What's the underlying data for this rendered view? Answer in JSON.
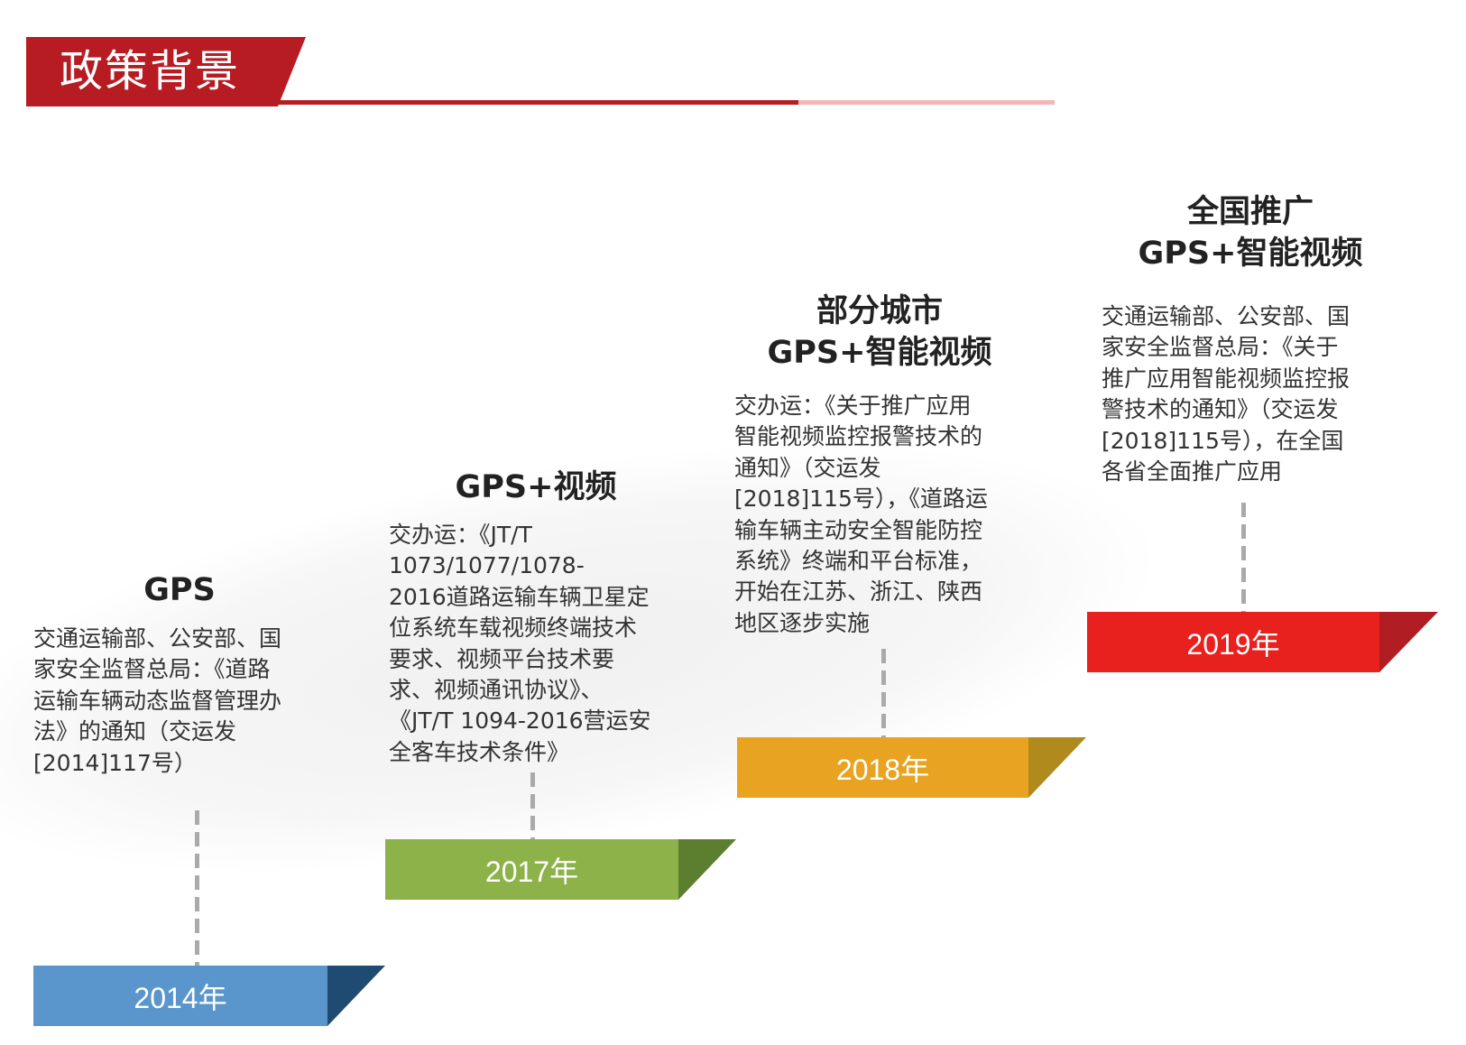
{
  "header": {
    "title": "政策背景"
  },
  "colors": {
    "red": "#b71c23",
    "blue": "#5a96cc",
    "green": "#8db24a",
    "orange": "#e8a322",
    "bright_red": "#e8201e"
  },
  "milestones": [
    {
      "year": "2014年",
      "title": [
        "GPS"
      ],
      "text": "交通运输部、公安部、国\n家安全监督总局：《道路\n运输车辆动态监督管理办\n法》的通知（交运发\n[2014]117号）"
    },
    {
      "year": "2017年",
      "title": [
        "GPS+视频"
      ],
      "text": "交办运：《JT/T\n1073/1077/1078-\n2016道路运输车辆卫星定\n位系统车载视频终端技术\n要求、视频平台技术要\n求、视频通讯协议》、\n《JT/T 1094-2016营运安\n全客车技术条件》"
    },
    {
      "year": "2018年",
      "title": [
        "部分城市",
        "GPS+智能视频"
      ],
      "text": "交办运：《关于推广应用\n智能视频监控报警技术的\n通知》（交运发\n[2018]115号），《道路运\n输车辆主动安全智能防控\n系统》终端和平台标准，\n开始在江苏、浙江、陕西\n地区逐步实施"
    },
    {
      "year": "2019年",
      "title": [
        "全国推广",
        "GPS+智能视频"
      ],
      "text": "交通运输部、公安部、国\n家安全监督总局：《关于\n推广应用智能视频监控报\n警技术的通知》（交运发\n[2018]115号），在全国\n各省全面推广应用"
    }
  ]
}
